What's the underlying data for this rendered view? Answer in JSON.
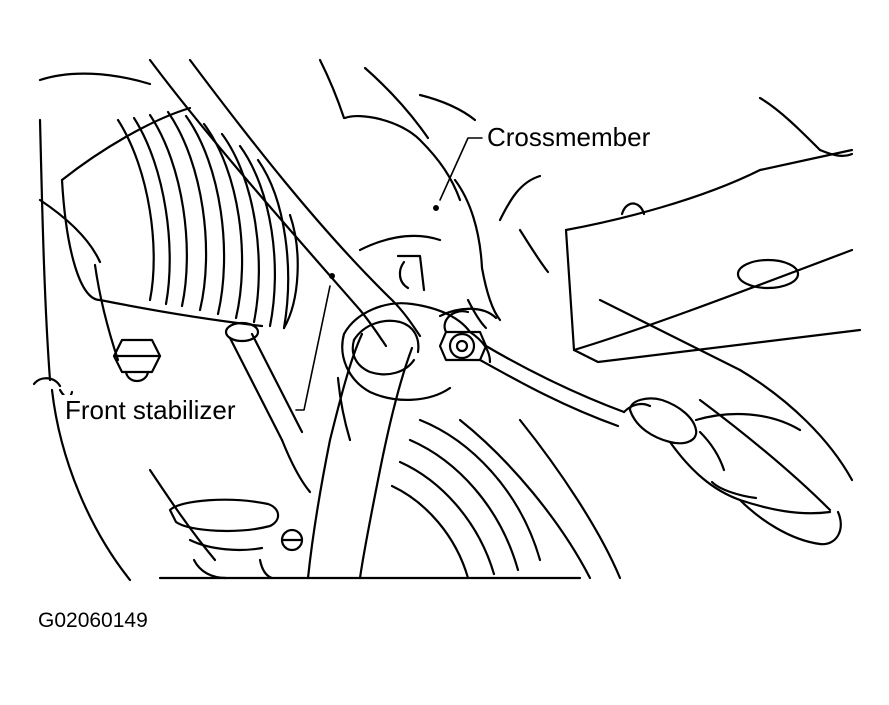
{
  "labels": {
    "crossmember": "Crossmember",
    "front_stabilizer": "Front stabilizer"
  },
  "figure_code": "G02060149",
  "colors": {
    "line": "#000000",
    "background": "#ffffff"
  }
}
